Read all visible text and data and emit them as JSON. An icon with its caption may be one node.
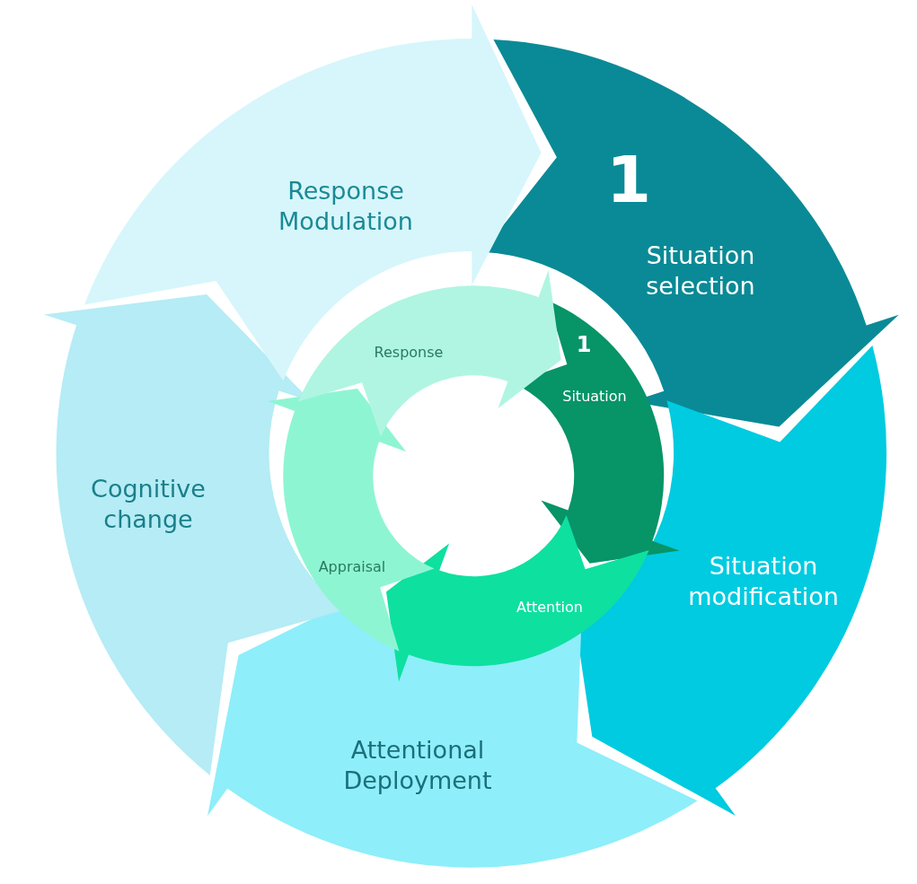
{
  "diagram": {
    "nodes": [
      {
        "text": [
          "1",
          "Situation selection"
        ]
      },
      {
        "text": [
          "Situation modification"
        ]
      },
      {
        "text": [
          "Attentional Deployment"
        ]
      },
      {
        "text": [
          "Cognitive change"
        ]
      },
      {
        "text": [
          "Response Modulation"
        ]
      },
      {
        "text": [
          "1",
          "Situation"
        ]
      },
      {
        "text": [
          "Attention"
        ]
      },
      {
        "text": [
          "Appraisal"
        ]
      },
      {
        "text": [
          "Response"
        ]
      }
    ]
  }
}
